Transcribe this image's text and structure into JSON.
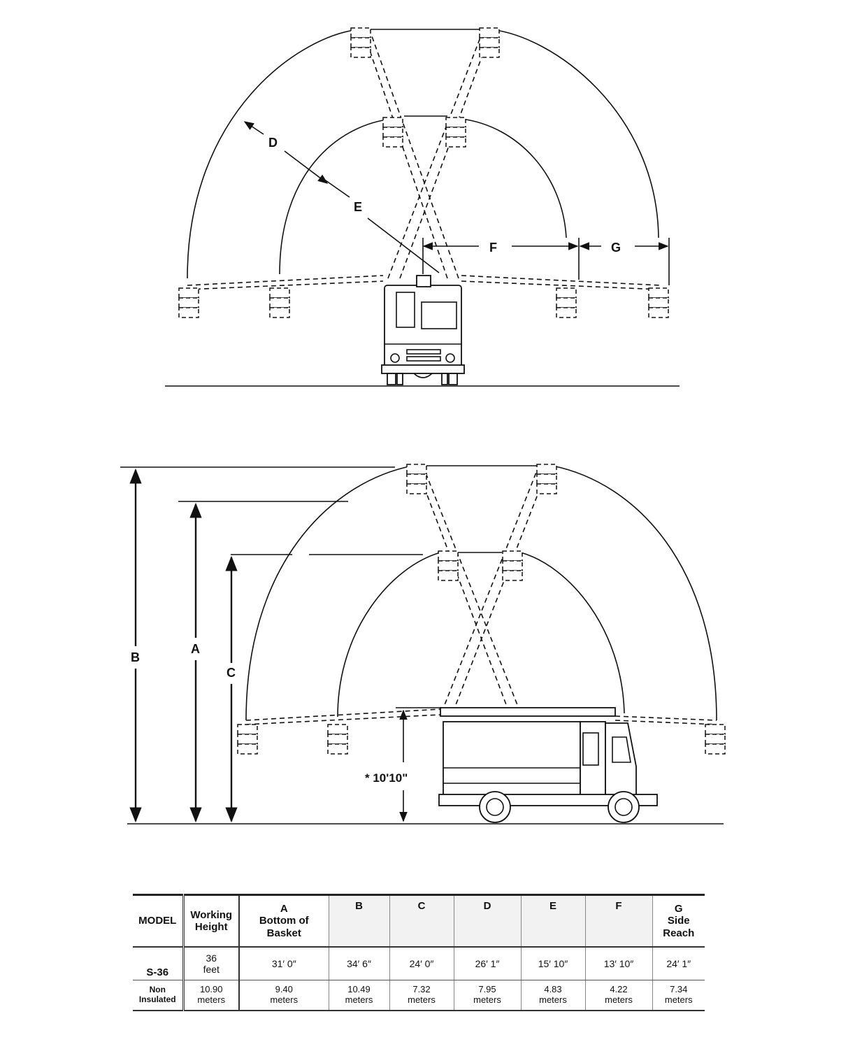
{
  "diagrams": {
    "front_view": {
      "labels": {
        "d": "D",
        "e": "E",
        "f": "F",
        "g": "G"
      }
    },
    "side_view": {
      "labels": {
        "a": "A",
        "b": "B",
        "c": "C",
        "stowed_height": "* 10'10\""
      }
    }
  },
  "spec_table": {
    "headers": {
      "model": "MODEL",
      "working_height": [
        "Working",
        "Height"
      ],
      "a": [
        "A",
        "Bottom of",
        "Basket"
      ],
      "b": "B",
      "c": "C",
      "d": "D",
      "e": "E",
      "f": "F",
      "g": [
        "G",
        "Side",
        "Reach"
      ]
    },
    "model_name": "S-36",
    "insulation": [
      "Non",
      "Insulated"
    ],
    "imperial": {
      "working_height": [
        "36",
        "feet"
      ],
      "a": "31′ 0″",
      "b": "34′ 6″",
      "c": "24′ 0″",
      "d": "26′ 1″",
      "e": "15′ 10″",
      "f": "13′ 10″",
      "g": "24′ 1″"
    },
    "metric": {
      "working_height": [
        "10.90",
        "meters"
      ],
      "a": [
        "9.40",
        "meters"
      ],
      "b": [
        "10.49",
        "meters"
      ],
      "c": [
        "7.32",
        "meters"
      ],
      "d": [
        "7.95",
        "meters"
      ],
      "e": [
        "4.83",
        "meters"
      ],
      "f": [
        "4.22",
        "meters"
      ],
      "g": [
        "7.34",
        "meters"
      ]
    }
  }
}
